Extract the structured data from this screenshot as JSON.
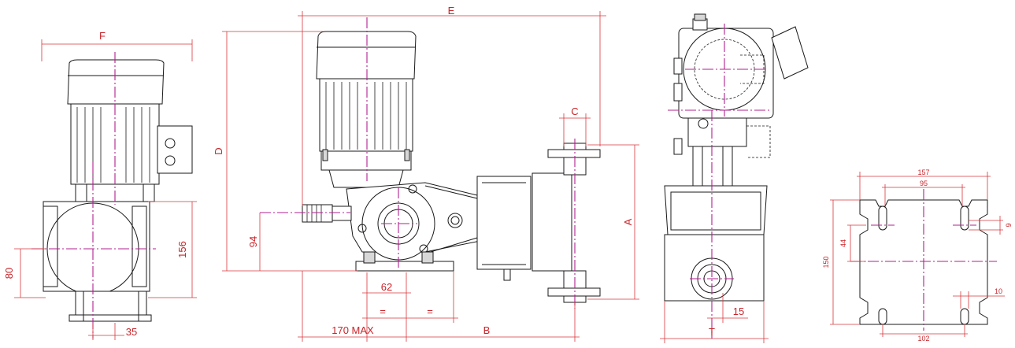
{
  "dimensions": {
    "F": "F",
    "E": "E",
    "D": "D",
    "C": "C",
    "A": "A",
    "B": "B",
    "T": "T",
    "d80": "80",
    "d35": "35",
    "d156": "156",
    "d94": "94",
    "d62": "62",
    "eq1": "=",
    "eq2": "=",
    "d170max": "170 MAX",
    "d15": "15",
    "base": {
      "d157": "157",
      "d95": "95",
      "d44": "44",
      "d150": "150",
      "d9": "9",
      "d10": "10",
      "d102": "102"
    }
  },
  "colors": {
    "dimension": "#c8252a",
    "centerline": "#b0208f",
    "outline": "#1a1a1a"
  }
}
